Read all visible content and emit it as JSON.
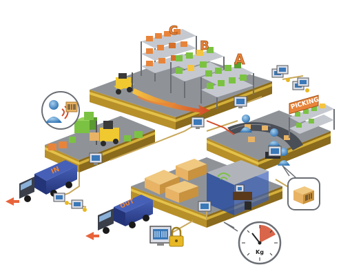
{
  "signs": {
    "picking": "PICKING",
    "in_truck": "IN",
    "out_truck": "OUT",
    "aisle_a": "A",
    "aisle_b": "B",
    "aisle_c": "C",
    "scale_unit": "Kg"
  },
  "colors": {
    "floor": "#8f9398",
    "floor_dark": "#6f7377",
    "base_top": "#e4c24a",
    "base_side": "#b8902a",
    "base_dark": "#8a6a1c",
    "truck_body": "#2c3f8c",
    "truck_cab": "#3a3f4a",
    "pallet": "#e8b365",
    "box_green": "#7bc242",
    "box_orange": "#e8843a",
    "flow_line": "#c8a85a",
    "flow_red": "#d24a2a",
    "monitor": "#d9dde8",
    "monitor_screen": "#3a78b8",
    "lock": "#e8b824"
  }
}
